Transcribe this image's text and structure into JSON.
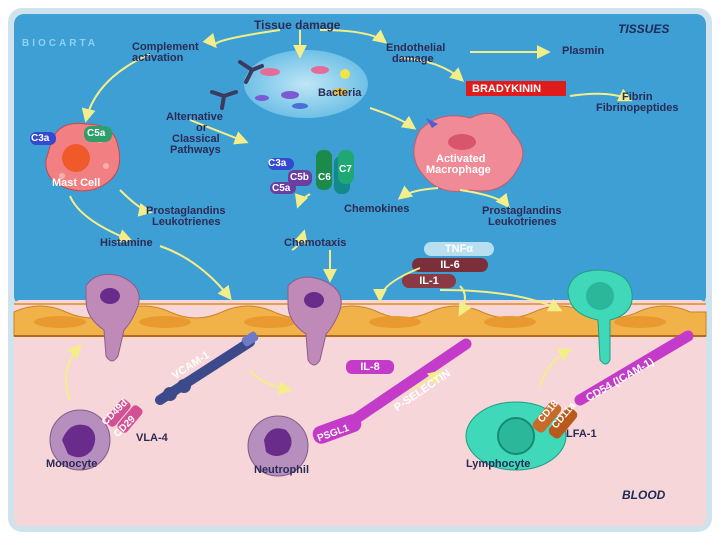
{
  "logo": {
    "text": "BIOCARTA"
  },
  "regions": {
    "tissues": "TISSUES",
    "blood": "BLOOD"
  },
  "labels": {
    "tissue_damage": "Tissue damage",
    "complement_activation_1": "Complement",
    "complement_activation_2": "activation",
    "endothelial_damage_1": "Endothelial",
    "endothelial_damage_2": "damage",
    "plasmin": "Plasmin",
    "bacteria": "Bacteria",
    "bradykinin": "BRADYKININ",
    "fibrin_1": "Fibrin",
    "fibrin_2": "Fibrinopeptides",
    "alt_pathways_1": "Alternative",
    "alt_pathways_2": "or",
    "alt_pathways_3": "Classical",
    "alt_pathways_4": "Pathways",
    "c3a_left": "C3a",
    "c5a_left": "C5a",
    "mast_cell": "Mast Cell",
    "c3a_mid": "C3a",
    "c5b": "C5b",
    "c6": "C6",
    "c7": "C7",
    "c5a_mid": "C5a",
    "activated_macrophage_1": "Activated",
    "activated_macrophage_2": "Macrophage",
    "prostaglandins_left_1": "Prostaglandins",
    "prostaglandins_left_2": "Leukotrienes",
    "chemokines": "Chemokines",
    "prostaglandins_right_1": "Prostaglandins",
    "prostaglandins_right_2": "Leukotrienes",
    "histamine": "Histamine",
    "chemotaxis": "Chemotaxis",
    "tnf": "TNFα",
    "il6": "IL-6",
    "il1": "IL-1",
    "vcam1": "VCAM-1",
    "il8": "IL-8",
    "p_selectin": "P-SELECTIN",
    "cd54": "CD54 (ICAM-1)",
    "cd49d": "CD49d",
    "cd29": "CD29",
    "vla4": "VLA-4",
    "psgl1": "PSGL1",
    "cd18": "CD18",
    "cd11a": "CD11a",
    "lfa1": "LFA-1",
    "monocyte": "Monocyte",
    "neutrophil": "Neutrophil",
    "lymphocyte": "Lymphocyte"
  },
  "colors": {
    "tissue_bg": "#3e9fd4",
    "blood_bg": "#f6d6d8",
    "vessel_wall": "#f2b24a",
    "macrophage": "#f08a96",
    "monocyte": "#b78fbf",
    "lymphocyte": "#3fd8b8",
    "bradykinin": "#e01b1b",
    "magenta": "#c33bc8"
  }
}
